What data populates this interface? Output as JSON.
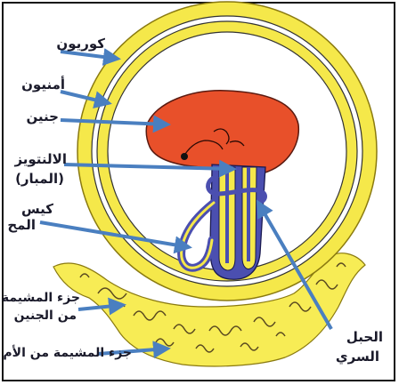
{
  "colors": {
    "background": "#ffffff",
    "frame": "#111111",
    "chorion_band": "#f5e84a",
    "placenta": "#f7ec55",
    "embryo": "#e8502a",
    "amnion_inner": "#ffffff",
    "arrow": "#4a7fc0",
    "cord_blue": "#4b4fb0",
    "cord_yellow": "#f5e84a",
    "text": "#1a1a2a"
  },
  "labels": {
    "chorion": "كوريون",
    "amnion": "أمنيون",
    "embryo": "جنين",
    "allantois_line1": "الالنتويز",
    "allantois_line2": "(المبار)",
    "yolk_sac_line1": "كيس",
    "yolk_sac_line2": "المح",
    "fetal_placenta_line1": "جزء المشيمة",
    "fetal_placenta_line2": "من الجنين",
    "maternal_placenta": "جزء المشيمة من الأم",
    "umbilical_cord_line1": "الحبل",
    "umbilical_cord_line2": "السري"
  },
  "icons": {
    "arrow": "arrow-icon"
  }
}
